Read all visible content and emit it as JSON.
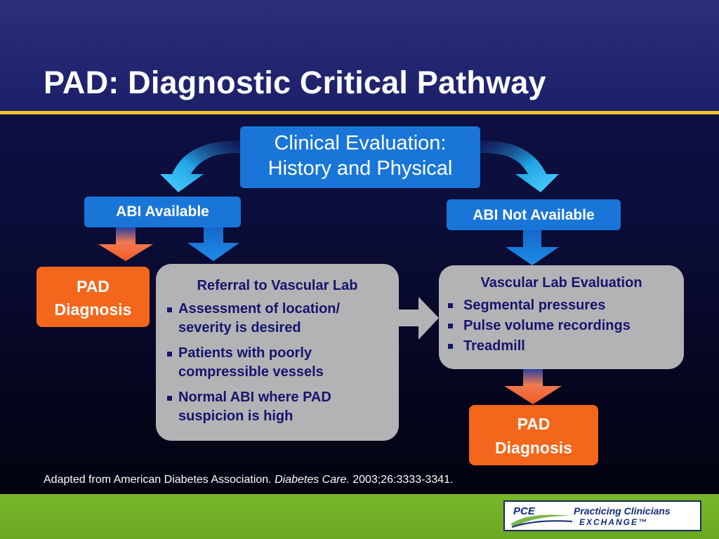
{
  "title": "PAD: Diagnostic Critical Pathway",
  "clinical_evaluation": {
    "line1": "Clinical Evaluation:",
    "line2": "History and Physical"
  },
  "abi_available": "ABI Available",
  "abi_not_available": "ABI Not Available",
  "pad_diagnosis_left": {
    "line1": "PAD",
    "line2": "Diagnosis"
  },
  "pad_diagnosis_right": {
    "line1": "PAD",
    "line2": "Diagnosis"
  },
  "referral": {
    "heading": "Referral to Vascular Lab",
    "items": [
      {
        "line1": "Assessment of location/",
        "line2": "severity is desired"
      },
      {
        "line1": "Patients with poorly",
        "line2": "compressible vessels"
      },
      {
        "line1": "Normal ABI where PAD",
        "line2": "suspicion is high"
      }
    ]
  },
  "vascular_lab": {
    "heading": "Vascular Lab Evaluation",
    "items": [
      "Segmental pressures",
      "Pulse volume recordings",
      "Treadmill"
    ]
  },
  "citation": {
    "prefix": "Adapted from American Diabetes Association. ",
    "journal": "Diabetes Care.",
    "suffix": " 2003;26:3333-3341."
  },
  "logo": {
    "mark": "PCE",
    "line1": "Practicing Clinicians",
    "line2": "EXCHANGE™"
  },
  "colors": {
    "title_band": "#1c206a",
    "accent_rule": "#f2c230",
    "blue_box": "#1976d8",
    "orange_box": "#f4661b",
    "gray_box": "#b3b3b5",
    "footer_band": "#6aa823"
  }
}
